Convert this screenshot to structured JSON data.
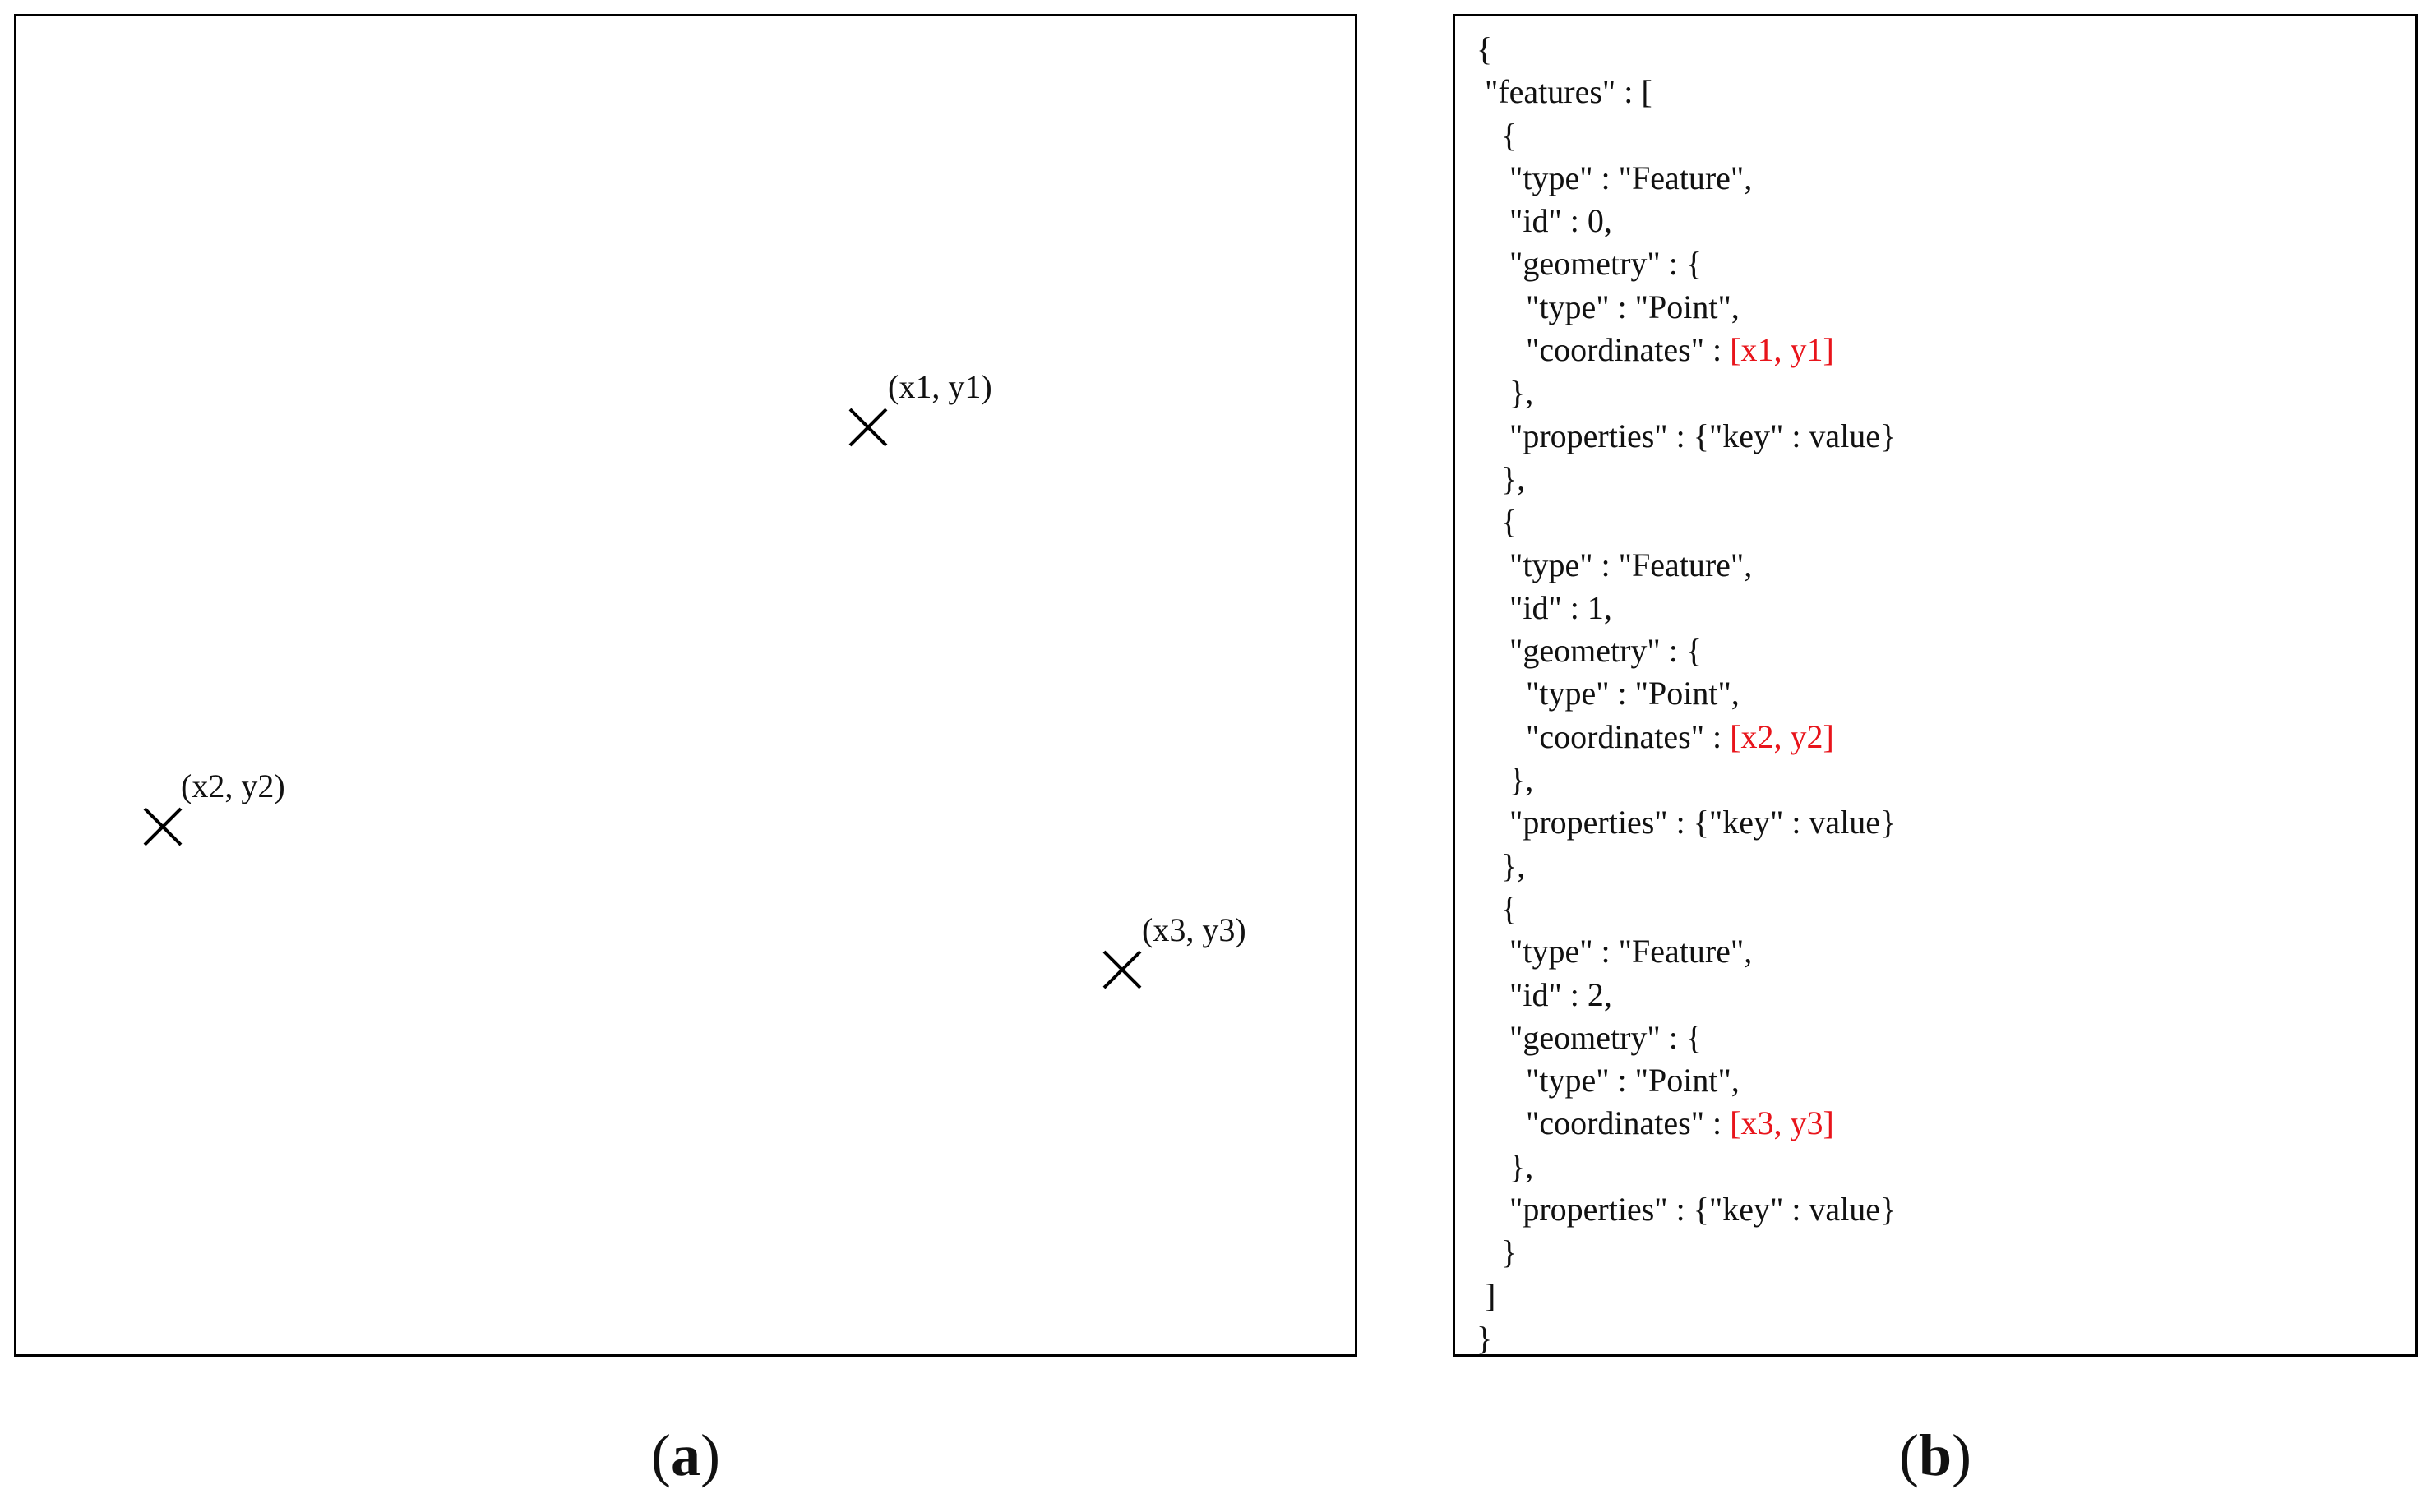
{
  "panel_a": {
    "points": [
      {
        "label": "(x1, y1)"
      },
      {
        "label": "(x2, y2)"
      },
      {
        "label": "(x3, y3)"
      }
    ],
    "caption": {
      "open": "(",
      "letter": "a",
      "close": ")"
    }
  },
  "panel_b": {
    "lines": [
      {
        "text": "{"
      },
      {
        "text": " \"features\" : ["
      },
      {
        "text": "   {"
      },
      {
        "text": "    \"type\" : \"Feature\","
      },
      {
        "text": "    \"id\" : 0,"
      },
      {
        "text": "    \"geometry\" : {"
      },
      {
        "text": "      \"type\" : \"Point\","
      },
      {
        "text": "      \"coordinates\" : ",
        "coord": "[x1, y1]"
      },
      {
        "text": "    },"
      },
      {
        "text": "    \"properties\" : {\"key\" : value}"
      },
      {
        "text": "   },"
      },
      {
        "text": "   {"
      },
      {
        "text": "    \"type\" : \"Feature\","
      },
      {
        "text": "    \"id\" : 1,"
      },
      {
        "text": "    \"geometry\" : {"
      },
      {
        "text": "      \"type\" : \"Point\","
      },
      {
        "text": "      \"coordinates\" : ",
        "coord": "[x2, y2]"
      },
      {
        "text": "    },"
      },
      {
        "text": "    \"properties\" : {\"key\" : value}"
      },
      {
        "text": "   },"
      },
      {
        "text": "   {"
      },
      {
        "text": "    \"type\" : \"Feature\","
      },
      {
        "text": "    \"id\" : 2,"
      },
      {
        "text": "    \"geometry\" : {"
      },
      {
        "text": "      \"type\" : \"Point\","
      },
      {
        "text": "      \"coordinates\" : ",
        "coord": "[x3, y3]"
      },
      {
        "text": "    },"
      },
      {
        "text": "    \"properties\" : {\"key\" : value}"
      },
      {
        "text": "   }"
      },
      {
        "text": " ]"
      },
      {
        "text": "}"
      }
    ],
    "caption": {
      "open": "(",
      "letter": "b",
      "close": ")"
    }
  },
  "colors": {
    "coordinate_highlight": "#e8141b",
    "border": "#000000",
    "text": "#111111"
  }
}
